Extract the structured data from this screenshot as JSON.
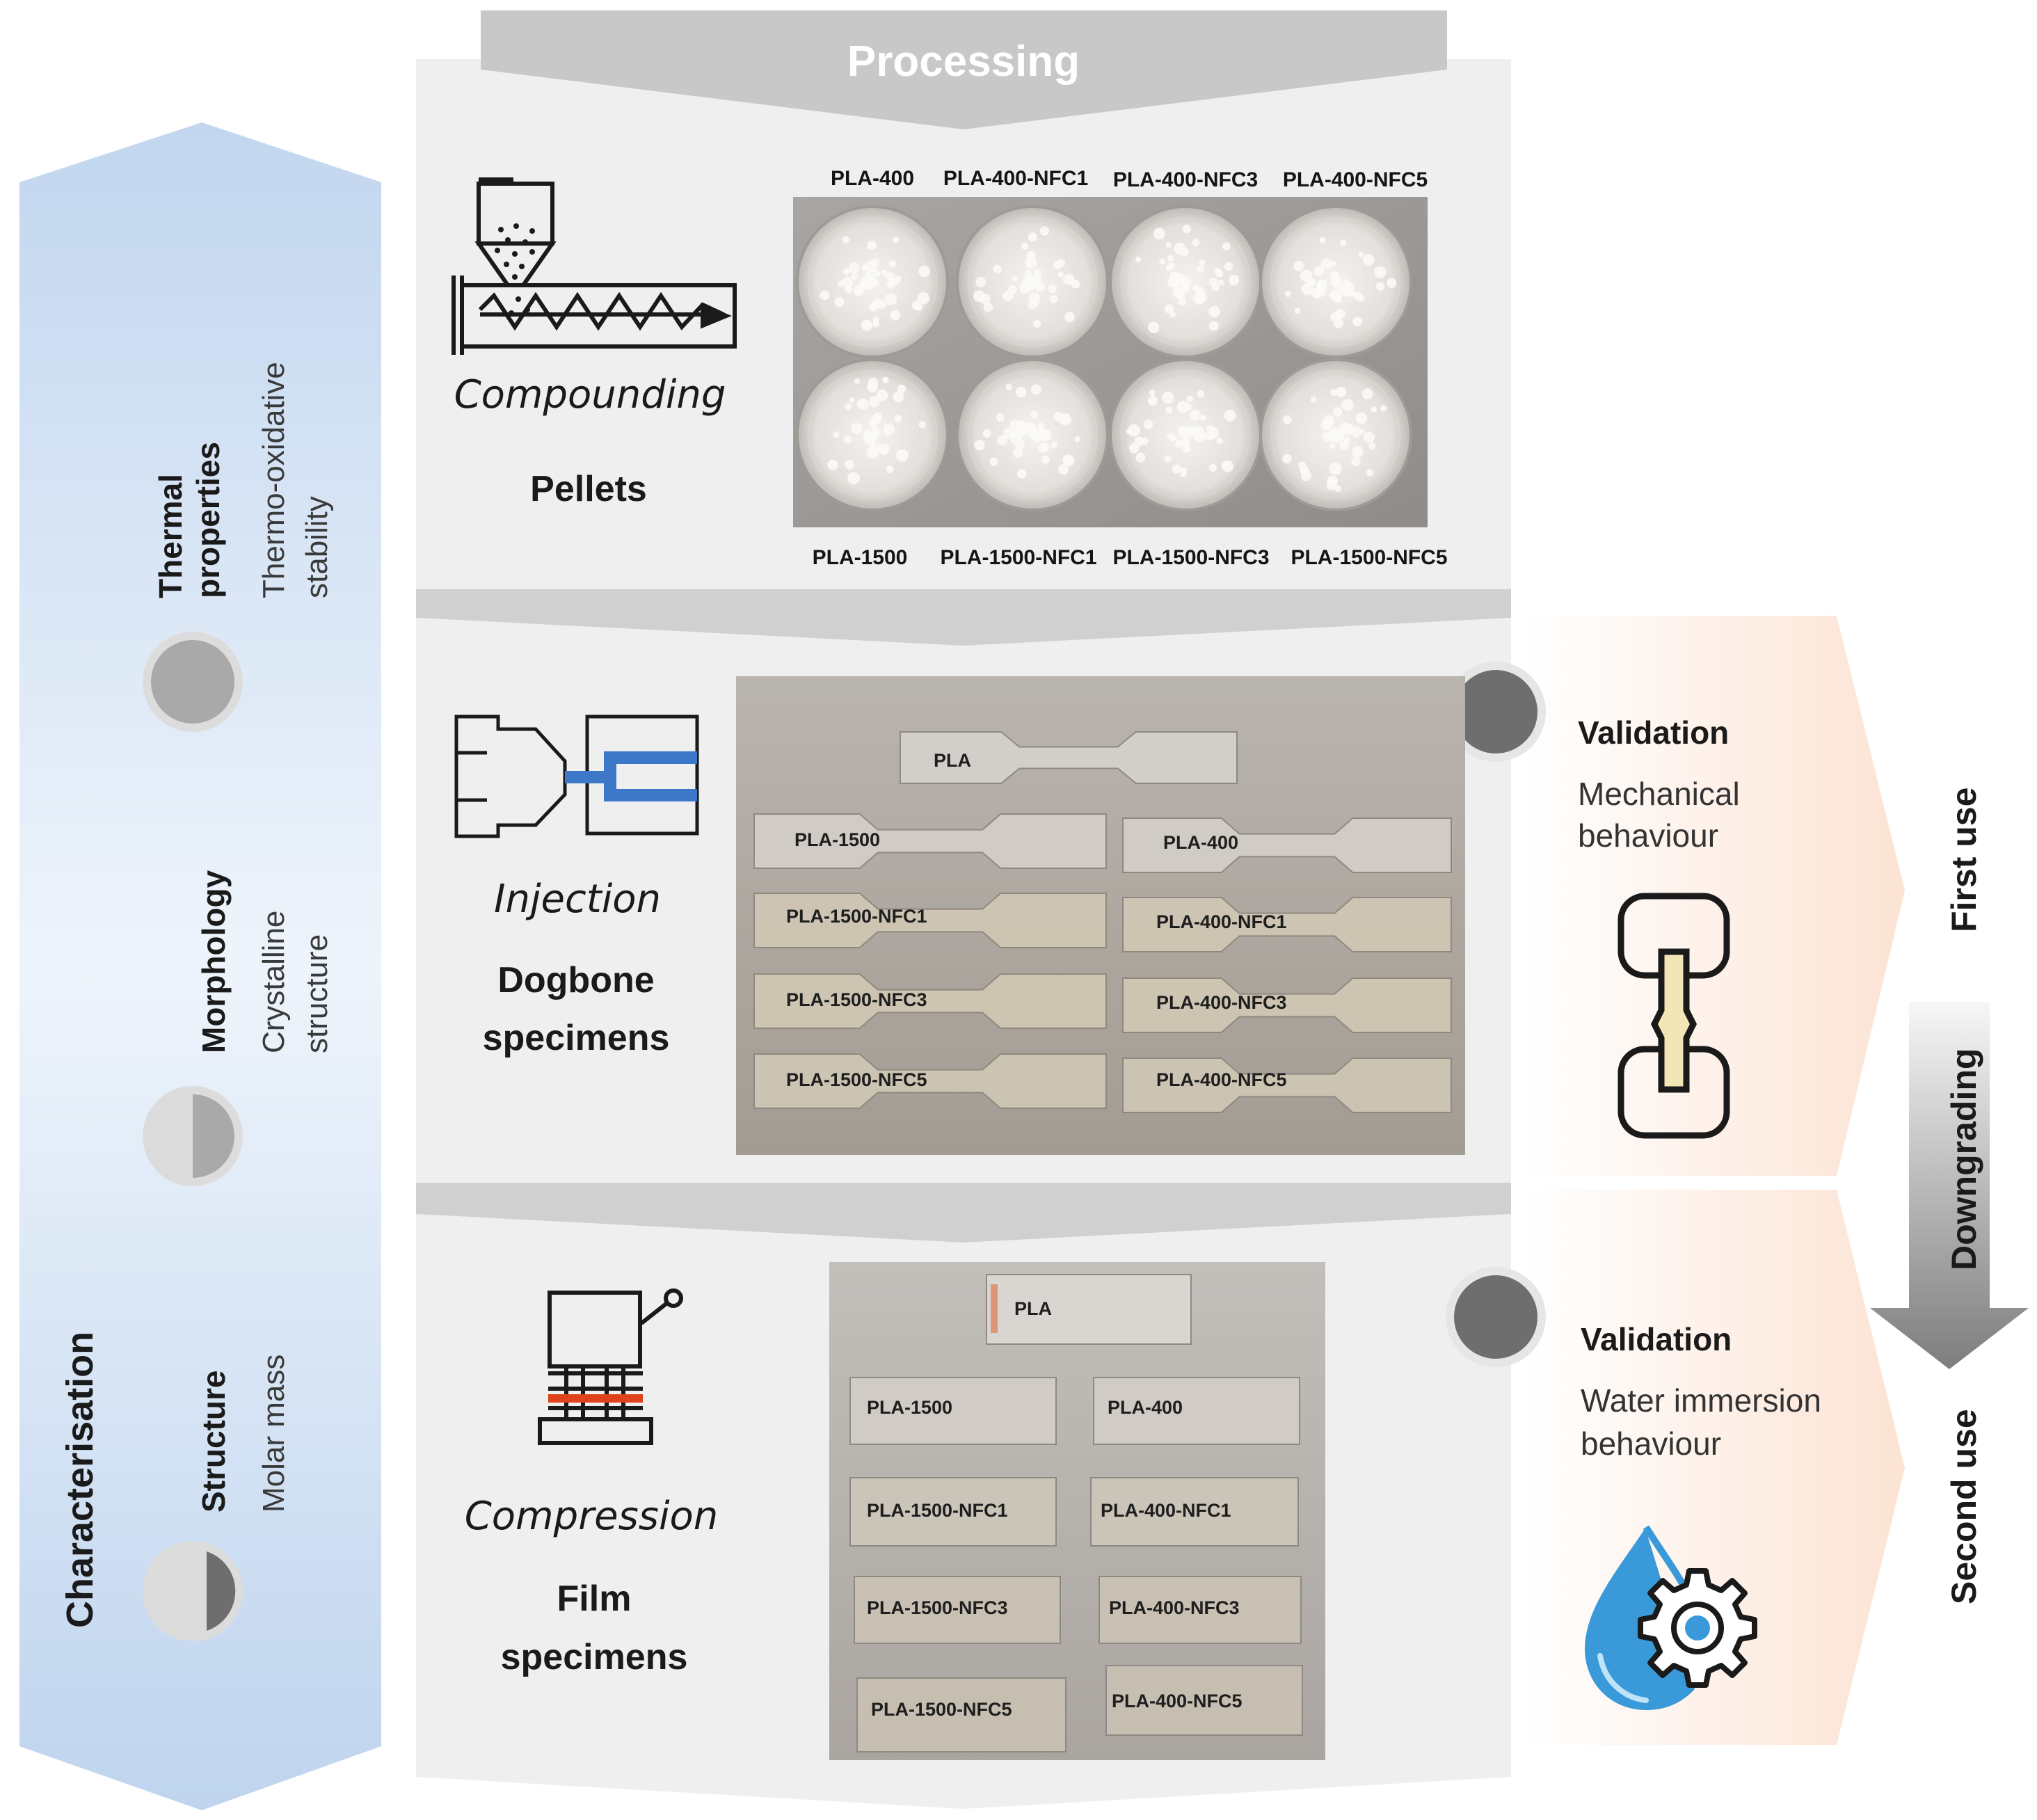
{
  "processing": {
    "title": "Processing",
    "compounding": {
      "process": "Compounding",
      "product": "Pellets"
    },
    "injection": {
      "process": "Injection",
      "product_line1": "Dogbone",
      "product_line2": "specimens"
    },
    "compression": {
      "process": "Compression",
      "product_line1": "Film",
      "product_line2": "specimens"
    }
  },
  "pellet_labels": {
    "top": [
      "PLA-400",
      "PLA-400-NFC1",
      "PLA-400-NFC3",
      "PLA-400-NFC5"
    ],
    "bottom": [
      "PLA-1500",
      "PLA-1500-NFC1",
      "PLA-1500-NFC3",
      "PLA-1500-NFC5"
    ]
  },
  "dogbone_labels": {
    "reference": "PLA",
    "left": [
      "PLA-1500",
      "PLA-1500-NFC1",
      "PLA-1500-NFC3",
      "PLA-1500-NFC5"
    ],
    "right": [
      "PLA-400",
      "PLA-400-NFC1",
      "PLA-400-NFC3",
      "PLA-400-NFC5"
    ]
  },
  "film_labels": {
    "reference": "PLA",
    "left": [
      "PLA-1500",
      "PLA-1500-NFC1",
      "PLA-1500-NFC3",
      "PLA-1500-NFC5"
    ],
    "right": [
      "PLA-400",
      "PLA-400-NFC1",
      "PLA-400-NFC3",
      "PLA-400-NFC5"
    ]
  },
  "characterisation": {
    "title": "Characterisation",
    "items": [
      {
        "heading": "Thermal properties",
        "heading_line1": "Thermal",
        "heading_line2": "properties",
        "detail_line1": "Thermo-oxidative",
        "detail_line2": "stability"
      },
      {
        "heading": "Morphology",
        "detail_line1": "Crystalline",
        "detail_line2": "structure"
      },
      {
        "heading": "Structure",
        "detail_line1": "Molar mass",
        "detail_line2": ""
      }
    ]
  },
  "validation": {
    "first": {
      "title": "Validation",
      "line1": "Mechanical",
      "line2": "behaviour",
      "use": "First use"
    },
    "second": {
      "title": "Validation",
      "line1": "Water immersion",
      "line2": "behaviour",
      "use": "Second use"
    },
    "downgrading": "Downgrading"
  },
  "colors": {
    "characterisation_band": "#c6d9f0",
    "processing_panel": "#efefef",
    "processing_header": "#c8c8c8",
    "validation_band": "#fde7da",
    "indicator": "#6e6e6e",
    "mold_blue": "#3d78c8",
    "press_red": "#e0431c",
    "drop_blue": "#3a9ad9"
  },
  "icons": [
    "hopper-extruder-icon",
    "injection-mold-icon",
    "compression-press-icon",
    "tensile-specimen-icon",
    "water-drop-gear-icon"
  ]
}
